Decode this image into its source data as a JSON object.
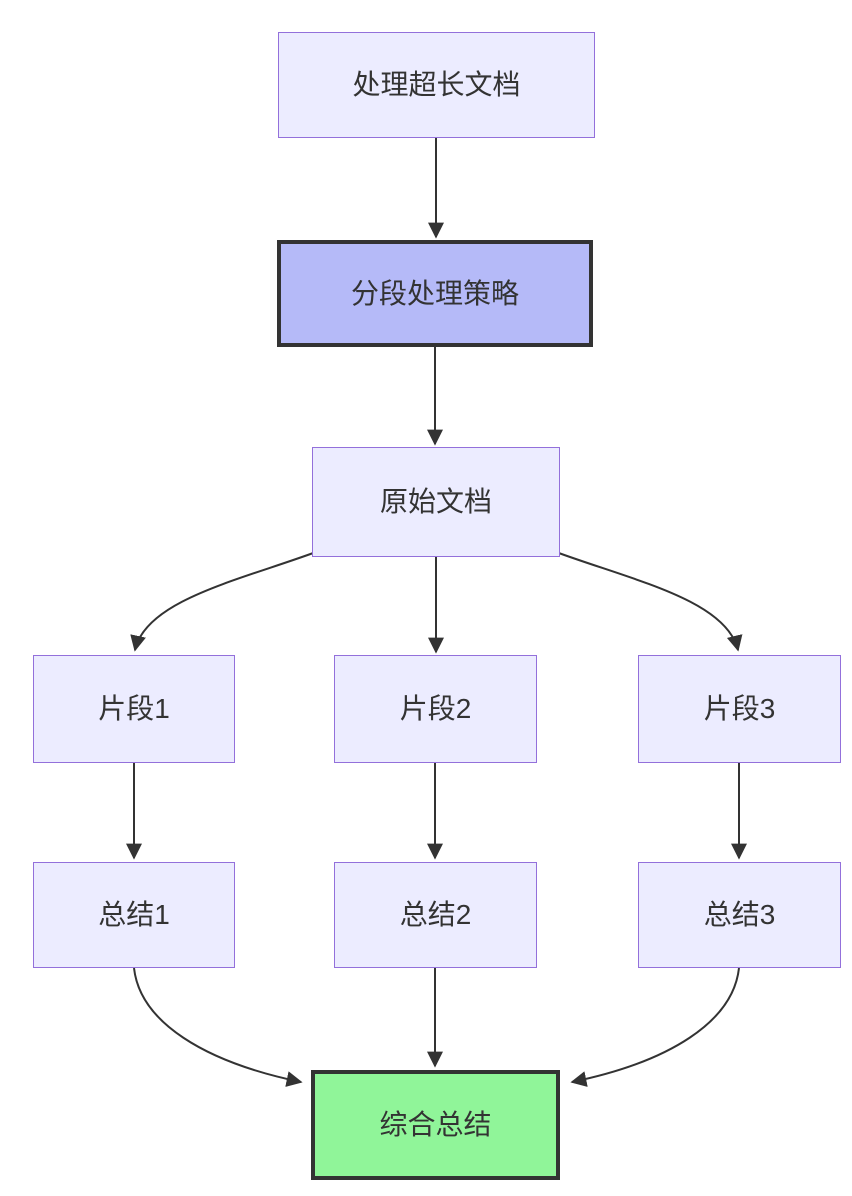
{
  "diagram_type": "flowchart",
  "nodes": {
    "task": {
      "label": "处理超长文档"
    },
    "strategy": {
      "label": "分段处理策略"
    },
    "original": {
      "label": "原始文档"
    },
    "seg1": {
      "label": "片段1"
    },
    "seg2": {
      "label": "片段2"
    },
    "seg3": {
      "label": "片段3"
    },
    "sum1": {
      "label": "总结1"
    },
    "sum2": {
      "label": "总结2"
    },
    "sum3": {
      "label": "总结3"
    },
    "final": {
      "label": "综合总结"
    }
  },
  "edges": [
    {
      "from": "task",
      "to": "strategy"
    },
    {
      "from": "strategy",
      "to": "original"
    },
    {
      "from": "original",
      "to": "seg1"
    },
    {
      "from": "original",
      "to": "seg2"
    },
    {
      "from": "original",
      "to": "seg3"
    },
    {
      "from": "seg1",
      "to": "sum1"
    },
    {
      "from": "seg2",
      "to": "sum2"
    },
    {
      "from": "seg3",
      "to": "sum3"
    },
    {
      "from": "sum1",
      "to": "final"
    },
    {
      "from": "sum2",
      "to": "final"
    },
    {
      "from": "sum3",
      "to": "final"
    }
  ],
  "colors": {
    "node_fill": "#ECECFF",
    "node_border": "#9370DB",
    "strategy_fill": "#b5baf8",
    "final_fill": "#90f599",
    "emphasis_border": "#333333",
    "edge": "#333333",
    "text": "#333333",
    "background": "#ffffff"
  }
}
